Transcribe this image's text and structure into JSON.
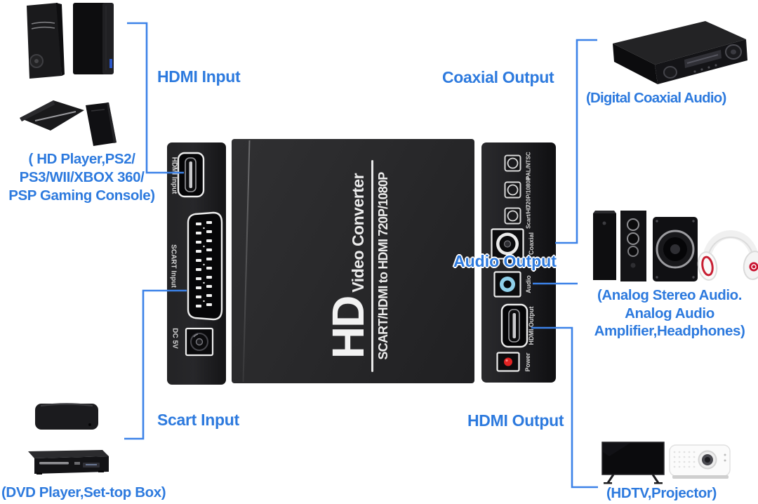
{
  "captions": {
    "hdmi_input": "HDMI Input",
    "scart_input": "Scart Input",
    "coaxial_output": "Coaxial Output",
    "audio_output": "Audio Output",
    "hdmi_output": "HDMI Output",
    "console_note": [
      "( HD Player,PS2/",
      "PS3/WII/XBOX 360/",
      "PSP Gaming Console)"
    ],
    "coaxial_note": "(Digital Coaxial Audio)",
    "audio_note": [
      "(Analog Stereo Audio.",
      "Analog Audio",
      "Amplifier,Headphones)"
    ],
    "dvd_note": "(DVD Player,Set-top Box)",
    "display_note": "(HDTV,Projector)"
  },
  "device": {
    "logo": "HD",
    "name": "Video Converter",
    "subtitle": "SCART/HDMI to HDMI 720P/1080P",
    "left_panel": {
      "hdmi_port_label": "HDMI Input",
      "scart_port_label": "SCART Input",
      "power_port_label": "DC 5V"
    },
    "right_panel": {
      "buttons": [
        {
          "label": "PAL/NTSC"
        },
        {
          "label": "720P/1080P"
        },
        {
          "label": "Scart/HD"
        }
      ],
      "coaxial_label": "Coaxial",
      "audio_label": "Audio",
      "hdmi_out_label": "HDMI Output",
      "power_label": "Power"
    }
  },
  "colors": {
    "caption_blue": "#2d7ade",
    "line_blue": "#3c82e8",
    "audio_jack_blue": "#8fd0ea",
    "power_led_red": "#e02222"
  }
}
